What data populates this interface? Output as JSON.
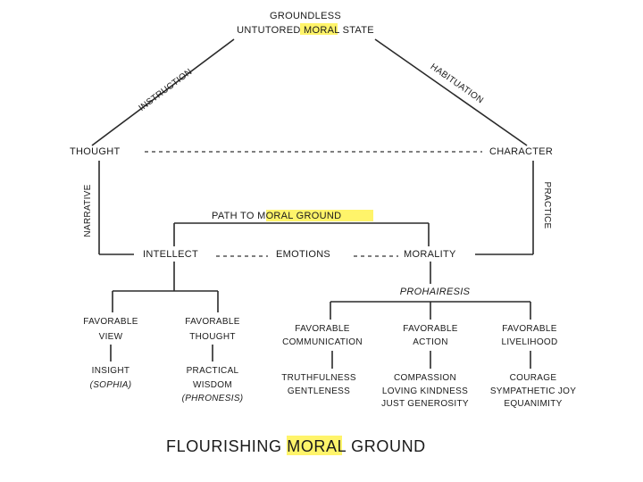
{
  "top": {
    "line1": "GROUNDLESS",
    "line2_pre": "UNTUTORED ",
    "line2_hl": "MORAL",
    "line2_post": " STATE"
  },
  "edges": {
    "instruction": "INSTRUCTION",
    "habituation": "HABITUATION",
    "narrative": "NARRATIVE",
    "practice": "PRACTICE",
    "prohairesis": "PROHAIRESIS"
  },
  "thought": "THOUGHT",
  "character": "CHARACTER",
  "path": {
    "pre": "PATH TO ",
    "hl": "MORAL GROUND"
  },
  "intellect": "INTELLECT",
  "emotions": "EMOTIONS",
  "morality": "MORALITY",
  "leaves": {
    "view": {
      "l1": "FAVORABLE",
      "l2": "VIEW",
      "s1": "INSIGHT",
      "s2": "(SOPHIA)"
    },
    "thought": {
      "l1": "FAVORABLE",
      "l2": "THOUGHT",
      "s1": "PRACTICAL",
      "s2": "WISDOM",
      "s3": "(PHRONESIS)"
    },
    "communication": {
      "l1": "FAVORABLE",
      "l2": "COMMUNICATION",
      "s1": "TRUTHFULNESS",
      "s2": "GENTLENESS"
    },
    "action": {
      "l1": "FAVORABLE",
      "l2": "ACTION",
      "s1": "COMPASSION",
      "s2": "LOVING KINDNESS",
      "s3": "JUST GENEROSITY"
    },
    "livelihood": {
      "l1": "FAVORABLE",
      "l2": "LIVELIHOOD",
      "s1": "COURAGE",
      "s2": "SYMPATHETIC JOY",
      "s3": "EQUANIMITY"
    }
  },
  "title": {
    "part1": "FLOURISHING ",
    "part2": "MORAL",
    "part3": " GROUND"
  },
  "colors": {
    "highlight": "#fff46a",
    "ink": "#1a1a1a"
  }
}
